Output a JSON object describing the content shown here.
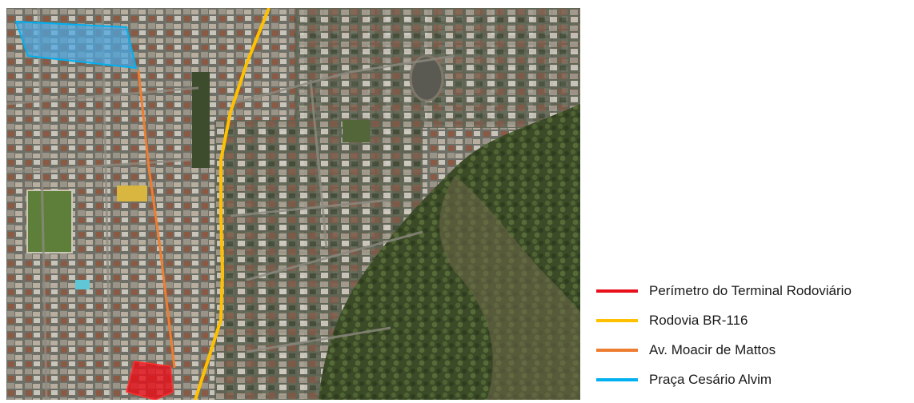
{
  "legend": {
    "items": [
      {
        "label": "Perímetro do Terminal Rodoviário",
        "color": "#e8101a"
      },
      {
        "label": "Rodovia BR-116",
        "color": "#ffc000"
      },
      {
        "label": "Av. Moacir de Mattos",
        "color": "#ed7d31"
      },
      {
        "label": "Praça Cesário Alvim",
        "color": "#00b0f0"
      }
    ]
  },
  "map": {
    "base": "satellite-imagery",
    "colors": {
      "terminal_fill": "#e8101a",
      "highway": "#ffc000",
      "avenue": "#ed7d31",
      "square_fill": "#4aa8e6",
      "square_stroke": "#00b0f0"
    }
  }
}
